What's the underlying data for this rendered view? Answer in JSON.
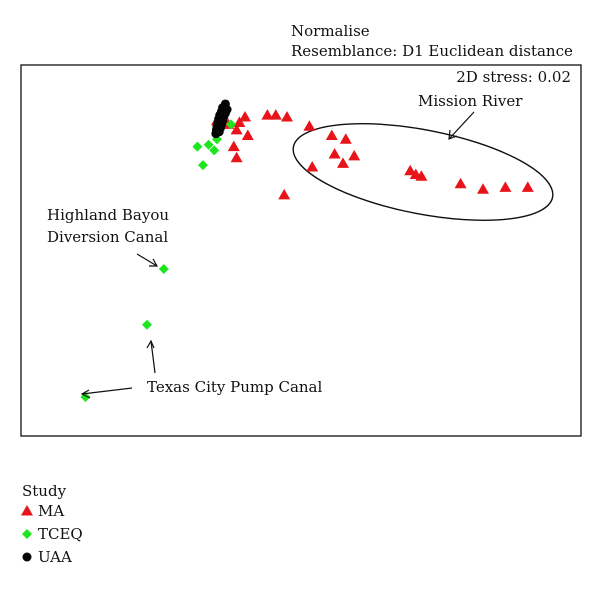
{
  "chart_data": {
    "type": "scatter",
    "header_lines": [
      "Normalise",
      "Resemblance: D1 Euclidean distance"
    ],
    "stress_label": "2D stress: 0.02",
    "x": {
      "lim": [
        0,
        100
      ]
    },
    "y": {
      "lim": [
        0,
        100
      ]
    },
    "grid": false,
    "legend": {
      "placement": "bottom-left",
      "title": "Study"
    },
    "series": [
      {
        "name": "MA",
        "marker": "triangle",
        "color": "#e8141a",
        "points": [
          [
            35.0,
            85.0
          ],
          [
            37.0,
            84.0
          ],
          [
            38.5,
            82.5
          ],
          [
            39.0,
            84.5
          ],
          [
            40.0,
            86.0
          ],
          [
            40.5,
            81.0
          ],
          [
            38.0,
            78.0
          ],
          [
            38.5,
            75.0
          ],
          [
            44.0,
            86.5
          ],
          [
            45.5,
            86.5
          ],
          [
            47.5,
            86.0
          ],
          [
            51.5,
            83.5
          ],
          [
            55.5,
            81.0
          ],
          [
            58.0,
            80.0
          ],
          [
            56.0,
            76.0
          ],
          [
            59.5,
            75.5
          ],
          [
            57.5,
            73.5
          ],
          [
            52.0,
            72.5
          ],
          [
            47.0,
            65.0
          ],
          [
            69.5,
            71.5
          ],
          [
            70.5,
            70.5
          ],
          [
            71.5,
            70.0
          ],
          [
            78.5,
            68.0
          ],
          [
            82.5,
            66.5
          ],
          [
            86.5,
            67.0
          ],
          [
            90.5,
            67.0
          ]
        ]
      },
      {
        "name": "TCEQ",
        "marker": "diamond",
        "color": "#1ee61e",
        "points": [
          [
            36.0,
            85.5
          ],
          [
            37.5,
            84.0
          ],
          [
            35.0,
            80.0
          ],
          [
            33.5,
            78.5
          ],
          [
            34.5,
            77.0
          ],
          [
            31.5,
            78.0
          ],
          [
            32.5,
            73.0
          ],
          [
            25.5,
            45.0
          ],
          [
            22.5,
            30.0
          ],
          [
            11.5,
            10.5
          ]
        ]
      },
      {
        "name": "UAA",
        "marker": "circle",
        "color": "#050505",
        "points": [
          [
            36.5,
            89.5
          ],
          [
            36.0,
            88.5
          ],
          [
            36.8,
            88.0
          ],
          [
            35.8,
            87.5
          ],
          [
            36.5,
            87.0
          ],
          [
            35.5,
            86.5
          ],
          [
            36.2,
            86.0
          ],
          [
            35.3,
            85.5
          ],
          [
            36.0,
            85.0
          ],
          [
            35.2,
            84.5
          ],
          [
            35.8,
            84.0
          ],
          [
            35.0,
            83.5
          ],
          [
            35.6,
            83.0
          ],
          [
            34.9,
            82.5
          ],
          [
            35.4,
            82.0
          ],
          [
            34.8,
            81.5
          ]
        ]
      }
    ],
    "annotations": [
      {
        "name": "mission-river",
        "lines": [
          "Mission River"
        ]
      },
      {
        "name": "highland-bayou",
        "lines": [
          "Highland Bayou",
          "Diversion Canal"
        ]
      },
      {
        "name": "texas-city",
        "lines": [
          "Texas City Pump Canal"
        ]
      }
    ]
  }
}
